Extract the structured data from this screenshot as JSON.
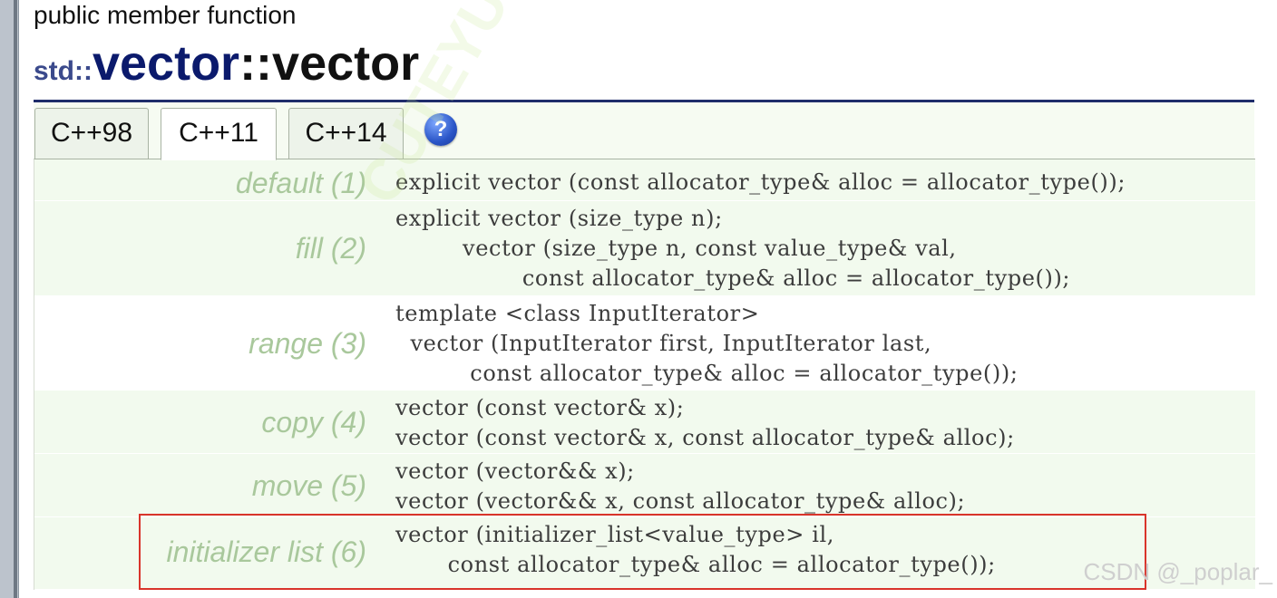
{
  "header": {
    "kind": "public member function",
    "namespace": "std::",
    "class_name": "vector",
    "separator": "::",
    "function_name": "vector"
  },
  "tabs": [
    {
      "label": "C++98",
      "active": false
    },
    {
      "label": "C++11",
      "active": true
    },
    {
      "label": "C++14",
      "active": false
    }
  ],
  "help_icon": "question-mark-icon",
  "overloads": [
    {
      "label": "default (1)",
      "code": "explicit vector (const allocator_type& alloc = allocator_type());"
    },
    {
      "label": "fill (2)",
      "code": "explicit vector (size_type n);\n         vector (size_type n, const value_type& val,\n                 const allocator_type& alloc = allocator_type());"
    },
    {
      "label": "range (3)",
      "code": "template <class InputIterator>\n  vector (InputIterator first, InputIterator last,\n          const allocator_type& alloc = allocator_type());"
    },
    {
      "label": "copy (4)",
      "code": "vector (const vector& x);\nvector (const vector& x, const allocator_type& alloc);"
    },
    {
      "label": "move (5)",
      "code": "vector (vector&& x);\nvector (vector&& x, const allocator_type& alloc);"
    },
    {
      "label": "initializer list (6)",
      "code": "vector (initializer_list<value_type> il,\n       const allocator_type& alloc = allocator_type());"
    }
  ],
  "watermark_text": "CUTEYUN",
  "credit": "CSDN @_poplar_",
  "colors": {
    "title_class": "#0b1a6c",
    "rule": "#1f2d6b",
    "label": "#a9c89c",
    "row_alt": "#f2faee",
    "highlight": "#d9342b"
  }
}
